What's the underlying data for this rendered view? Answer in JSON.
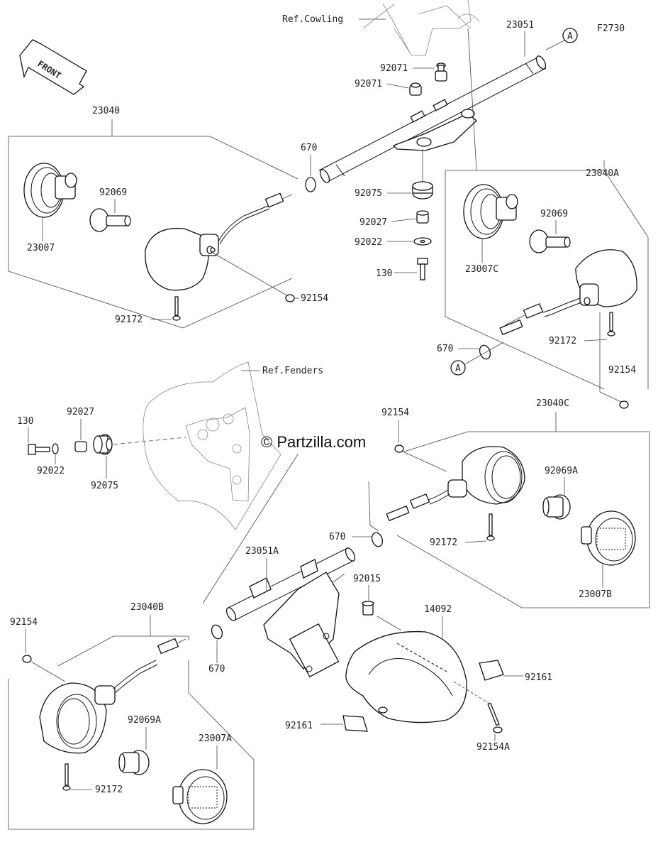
{
  "figure": {
    "code": "F2730",
    "front_label": "FRONT",
    "watermark": "© Partzilla.com",
    "references": {
      "cowling": "Ref.Cowling",
      "fenders": "Ref.Fenders"
    },
    "circle_marker": "A"
  },
  "parts": {
    "p23051": "23051",
    "p23051A": "23051A",
    "p23040": "23040",
    "p23040A": "23040A",
    "p23040B": "23040B",
    "p23040C": "23040C",
    "p23007": "23007",
    "p23007A": "23007A",
    "p23007B": "23007B",
    "p23007C": "23007C",
    "p92069": "92069",
    "p92069A": "92069A",
    "p92071": "92071",
    "p92075": "92075",
    "p92027": "92027",
    "p92022": "92022",
    "p130": "130",
    "p670": "670",
    "p92154": "92154",
    "p92154A": "92154A",
    "p92172": "92172",
    "p92015": "92015",
    "p14092": "14092",
    "p92161": "92161"
  }
}
